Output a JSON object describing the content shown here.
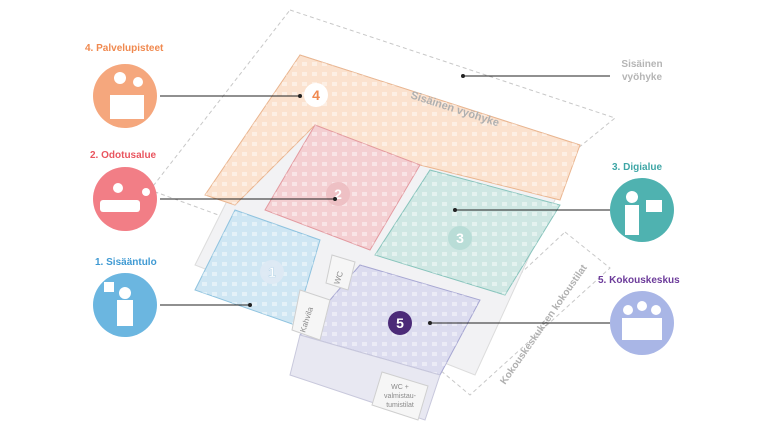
{
  "labels": {
    "palvelupisteet": "4. Palvelupisteet",
    "odotusalue": "2. Odotusalue",
    "sisaantulo": "1. Sisääntulo",
    "digialue": "3. Digialue",
    "kokouskeskus": "5. Kokouskeskus",
    "sisainen_vyohyke_right_1": "Sisäinen",
    "sisainen_vyohyke_right_2": "vyöhyke",
    "sisainen_vyohyke_plan": "Sisäinen vyöhyke",
    "kokouskeskuksen_kokoustilat": "Kokouskeskuksen kokoustilat",
    "kahvila": "Kahvila",
    "wc": "WC",
    "wc_valmistautumistilat_1": "WC +",
    "wc_valmistautumistilat_2": "valmistau-",
    "wc_valmistautumistilat_3": "tumistilat"
  },
  "zones": [
    "1",
    "2",
    "3",
    "4",
    "5"
  ],
  "colors": {
    "z1": "#cfe6f3",
    "z2": "#f4cfd2",
    "z3": "#cfe7e3",
    "z4": "#fbe2cf",
    "z5": "#dcdcef",
    "orange": "#f0894f",
    "red": "#e9555f",
    "teal": "#3fa6a6",
    "blue": "#3f9ad3",
    "purple": "#6c3b9a",
    "grey_text": "#b5b5b5"
  }
}
